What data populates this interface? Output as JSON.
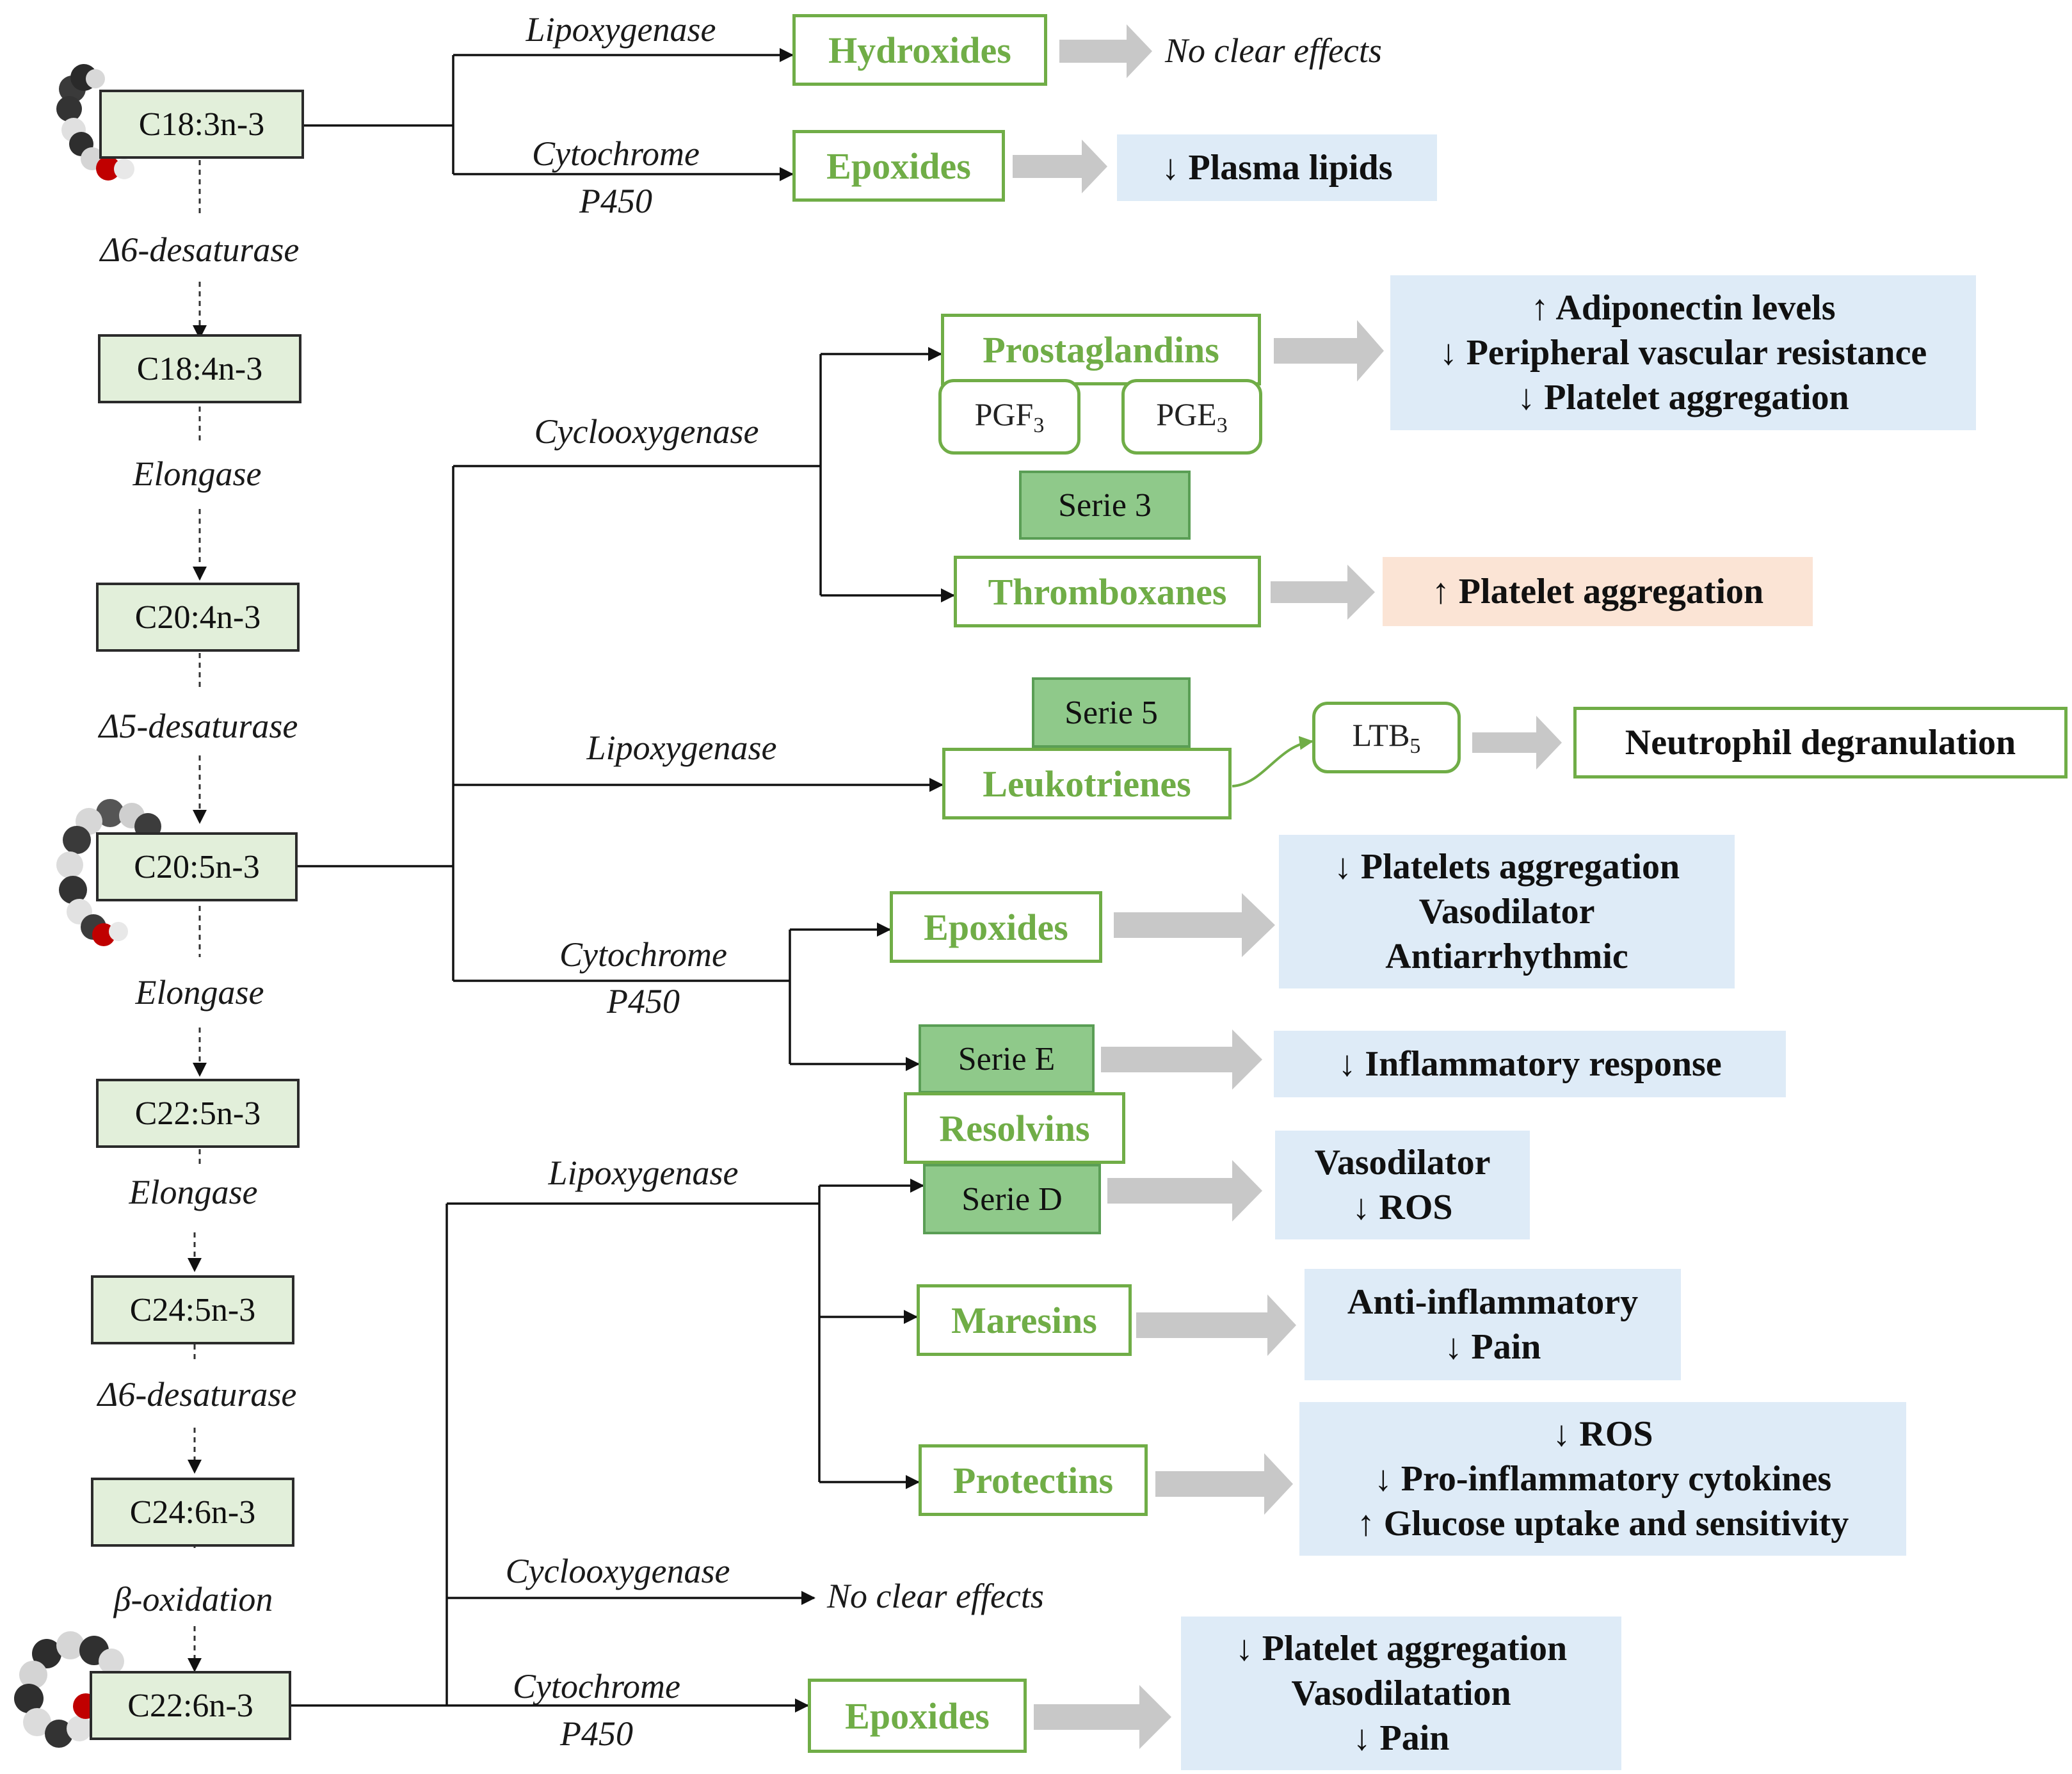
{
  "fatty_acids": {
    "ala": "C18:3n-3",
    "sda": "C18:4n-3",
    "eta": "C20:4n-3",
    "epa": "C20:5n-3",
    "dpa": "C22:5n-3",
    "tpa": "C24:5n-3",
    "tha": "C24:6n-3",
    "dha": "C22:6n-3"
  },
  "enzymes": {
    "d6_desaturase_1": "Δ6-desaturase",
    "elongase_1": "Elongase",
    "d5_desaturase": "Δ5-desaturase",
    "elongase_2": "Elongase",
    "elongase_3": "Elongase",
    "d6_desaturase_2": "Δ6-desaturase",
    "beta_oxidation": "β-oxidation"
  },
  "pathways": {
    "ala_lipoxygenase": "Lipoxygenase",
    "ala_cytochrome_1": "Cytochrome",
    "ala_cytochrome_2": "P450",
    "epa_cyclooxygenase": "Cyclooxygenase",
    "epa_lipoxygenase": "Lipoxygenase",
    "epa_cytochrome_1": "Cytochrome",
    "epa_cytochrome_2": "P450",
    "dha_lipoxygenase": "Lipoxygenase",
    "dha_cyclooxygenase": "Cyclooxygenase",
    "dha_cytochrome_1": "Cytochrome",
    "dha_cytochrome_2": "P450"
  },
  "products": {
    "hydroxides": "Hydroxides",
    "epoxides_ala": "Epoxides",
    "prostaglandins": "Prostaglandins",
    "pgf3_base": "PGF",
    "pgf3_sub": "3",
    "pge3_base": "PGE",
    "pge3_sub": "3",
    "serie3": "Serie 3",
    "thromboxanes": "Thromboxanes",
    "serie5": "Serie 5",
    "leukotrienes": "Leukotrienes",
    "ltb5_base": "LTB",
    "ltb5_sub": "5",
    "epoxides_epa": "Epoxides",
    "serie_e": "Serie E",
    "resolvins": "Resolvins",
    "serie_d": "Serie D",
    "maresins": "Maresins",
    "protectins": "Protectins",
    "epoxides_dha": "Epoxides"
  },
  "effects": {
    "hydroxides_nce": "No clear effects",
    "plasma_lipids": "↓ Plasma lipids",
    "prostaglandins": [
      "↑ Adiponectin levels",
      "↓ Peripheral vascular resistance",
      "↓ Platelet aggregation"
    ],
    "thromboxanes": "↑ Platelet aggregation",
    "ltb5": "Neutrophil degranulation",
    "epoxides_epa": [
      "↓  Platelets aggregation",
      "Vasodilator",
      "Antiarrhythmic"
    ],
    "serie_e": "↓  Inflammatory response",
    "serie_d": [
      "Vasodilator",
      "↓ ROS"
    ],
    "maresins": [
      "Anti-inflammatory",
      "↓ Pain"
    ],
    "protectins": [
      "↓ ROS",
      "↓ Pro-inflammatory cytokines",
      "↑ Glucose uptake and sensitivity"
    ],
    "dha_cox_nce": "No clear effects",
    "epoxides_dha": [
      "↓ Platelet aggregation",
      "Vasodilatation",
      "↓ Pain"
    ]
  },
  "colors": {
    "fatty_acid_fill": "#e2efda",
    "product_green": "#70ad47",
    "serie_fill": "#8fc98a",
    "effect_blue": "#deebf7",
    "effect_red": "#fbe4d5",
    "arrow_gray": "#c8c8c8"
  }
}
